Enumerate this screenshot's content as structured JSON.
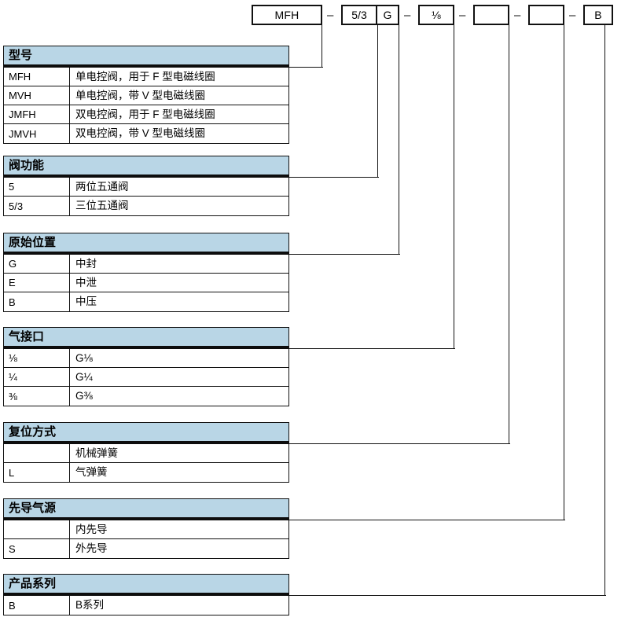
{
  "code_string": {
    "separator": "–",
    "segments": [
      {
        "name": "series-type",
        "value": "MFH"
      },
      {
        "name": "valve-function",
        "value": "5/3"
      },
      {
        "name": "initial-position",
        "value": "G"
      },
      {
        "name": "air-connection",
        "value": "⅛"
      },
      {
        "name": "reset-method",
        "value": ""
      },
      {
        "name": "pilot-air-source",
        "value": ""
      },
      {
        "name": "product-series",
        "value": "B"
      }
    ]
  },
  "tables": [
    {
      "id": "model",
      "title": "型号",
      "rows": [
        {
          "code": "MFH",
          "desc": "单电控阀，用于 F 型电磁线圈"
        },
        {
          "code": "MVH",
          "desc": "单电控阀，带 V 型电磁线圈"
        },
        {
          "code": "JMFH",
          "desc": "双电控阀，用于 F 型电磁线圈"
        },
        {
          "code": "JMVH",
          "desc": "双电控阀，带 V 型电磁线圈"
        }
      ]
    },
    {
      "id": "valve-function",
      "title": "阀功能",
      "rows": [
        {
          "code": "5",
          "desc": "两位五通阀"
        },
        {
          "code": "5/3",
          "desc": "三位五通阀"
        }
      ]
    },
    {
      "id": "initial-position",
      "title": "原始位置",
      "rows": [
        {
          "code": "G",
          "desc": "中封"
        },
        {
          "code": "E",
          "desc": "中泄"
        },
        {
          "code": "B",
          "desc": "中压"
        }
      ]
    },
    {
      "id": "air-connection",
      "title": "气接口",
      "rows": [
        {
          "code": "⅛",
          "desc": "G⅛"
        },
        {
          "code": "¼",
          "desc": "G¼"
        },
        {
          "code": "⅜",
          "desc": "G⅜"
        }
      ]
    },
    {
      "id": "reset-method",
      "title": "复位方式",
      "rows": [
        {
          "code": "",
          "desc": "机械弹簧"
        },
        {
          "code": "L",
          "desc": "气弹簧"
        }
      ]
    },
    {
      "id": "pilot-air-source",
      "title": "先导气源",
      "rows": [
        {
          "code": "",
          "desc": "内先导"
        },
        {
          "code": "S",
          "desc": "外先导"
        }
      ]
    },
    {
      "id": "product-series",
      "title": "产品系列",
      "rows": [
        {
          "code": "B",
          "desc": "B系列"
        }
      ]
    }
  ],
  "colors": {
    "header_background": "#b9d6e6",
    "line": "#111111",
    "page_background": "#ffffff"
  }
}
